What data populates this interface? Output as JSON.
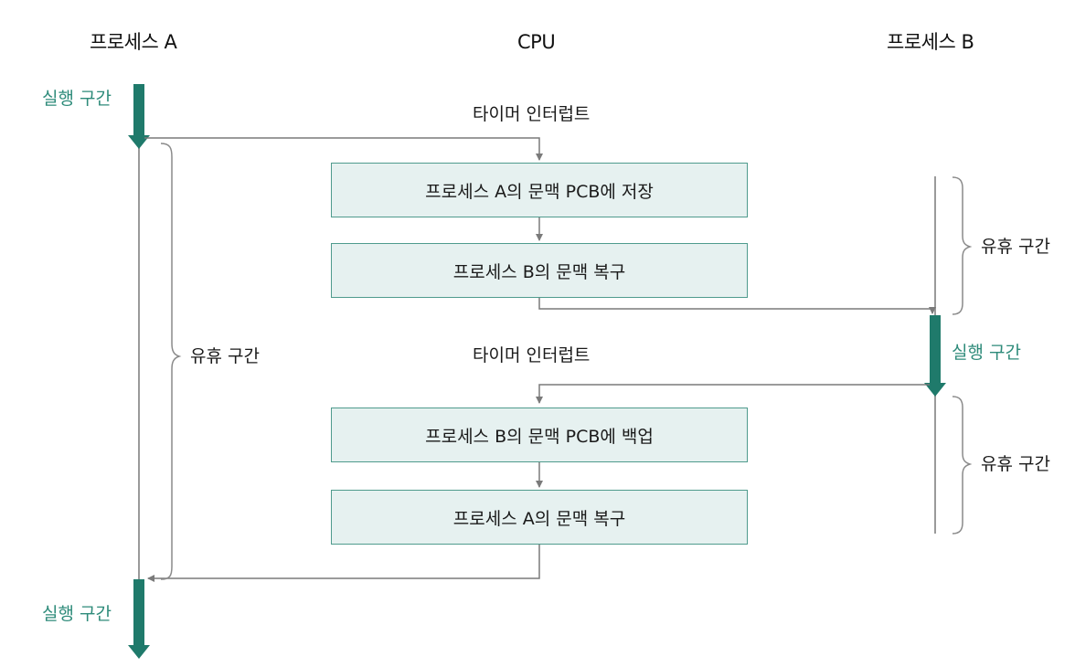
{
  "headers": {
    "process_a": "프로세스 A",
    "cpu": "CPU",
    "process_b": "프로세스 B"
  },
  "labels": {
    "execution": "실행 구간",
    "idle": "유휴 구간",
    "timer_interrupt": "타이머 인터럽트"
  },
  "steps": [
    "프로세스 A의 문맥 PCB에 저장",
    "프로세스 B의 문맥 복구",
    "프로세스 B의 문맥 PCB에 백업",
    "프로세스 A의 문맥 복구"
  ],
  "colors": {
    "execution_arrow": "#1f7a6b",
    "box_fill": "#e6f1f0",
    "box_border": "#4f9b8d",
    "connector": "#7a7a7a"
  }
}
